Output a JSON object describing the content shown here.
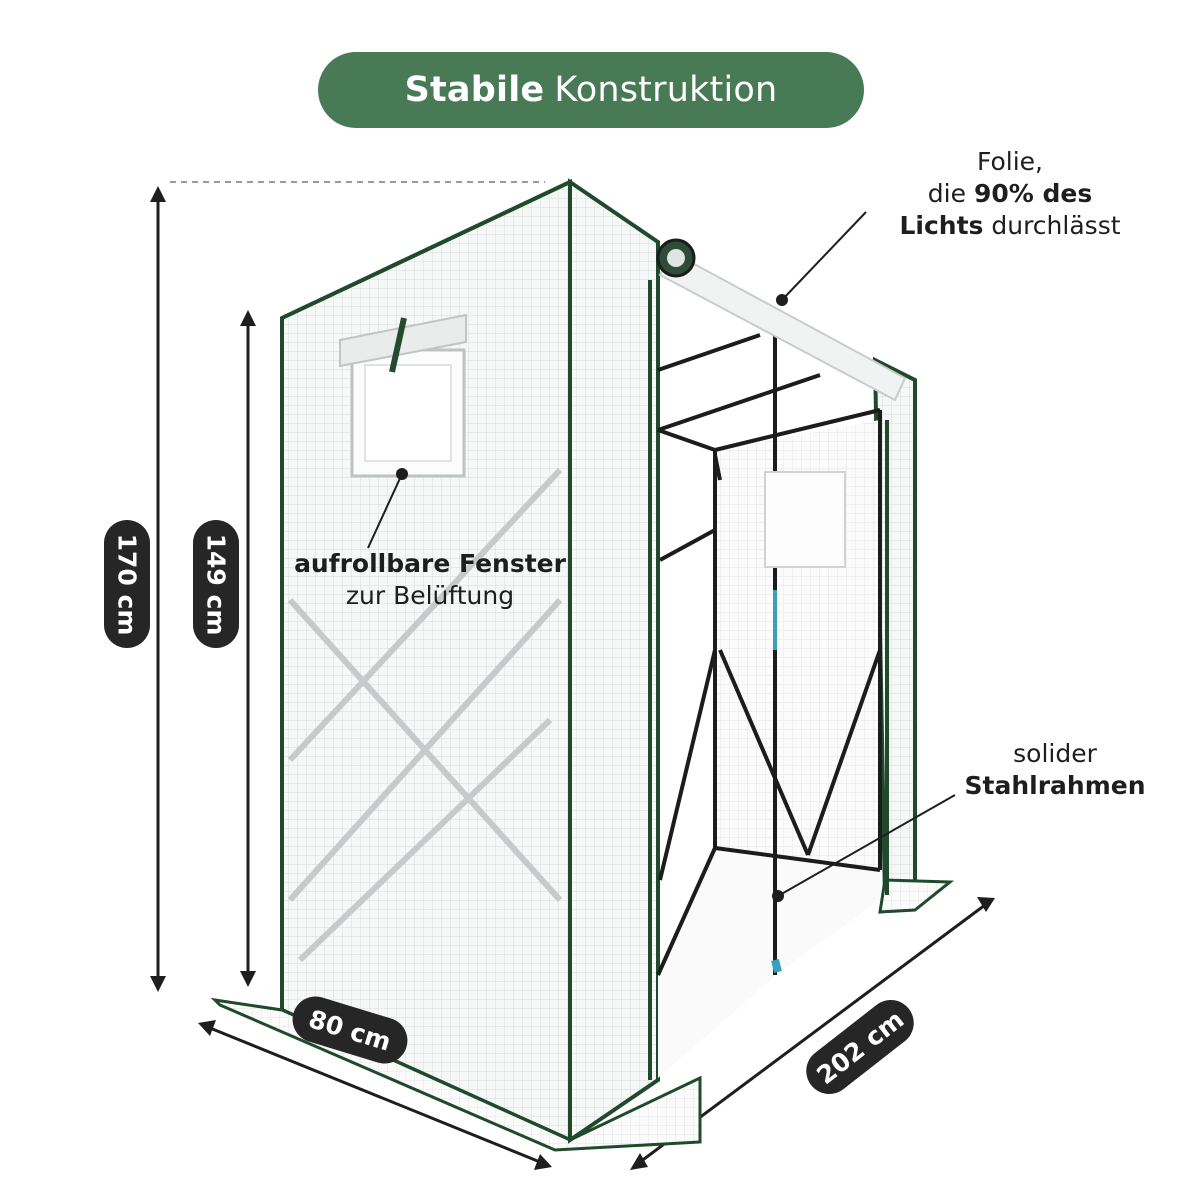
{
  "title": {
    "bold": "Stabile",
    "light": "Konstruktion"
  },
  "annotations": {
    "folie": {
      "line1": "Folie,",
      "line2_pre": "die ",
      "line2_bold": "90% des",
      "line3_bold": "Lichts",
      "line3_post": " durchlässt"
    },
    "fenster": {
      "bold": "aufrollbare Fenster",
      "light": "zur Belüftung"
    },
    "stahl": {
      "light": "solider",
      "bold": "Stahlrahmen"
    }
  },
  "dimensions": {
    "total_height": "170 cm",
    "side_height": "149 cm",
    "width": "80 cm",
    "length": "202 cm"
  },
  "colors": {
    "accent_green": "#497a56",
    "pill_dark": "#262626",
    "frame_green": "#1f4a2b"
  }
}
